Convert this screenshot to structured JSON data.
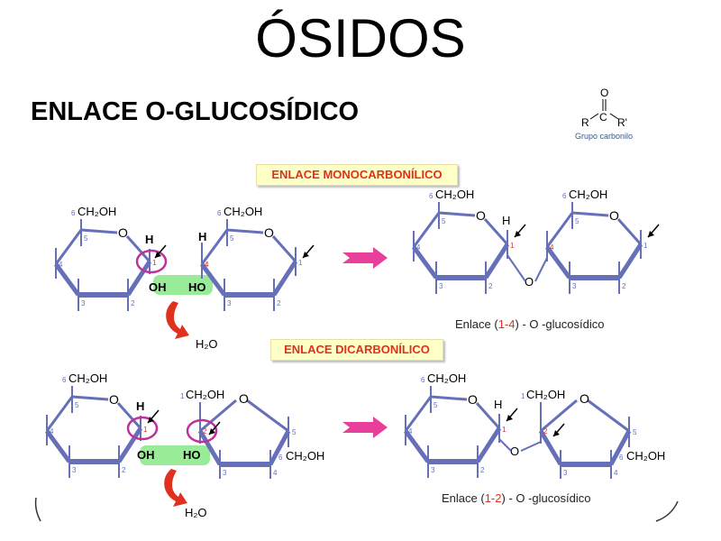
{
  "title": "ÓSIDOS",
  "subtitle": "ENLACE O-GLUCOSÍDICO",
  "carbonyl": {
    "atoms": {
      "o": "O",
      "c": "C",
      "r": "R",
      "r2": "R'"
    },
    "caption": "Grupo carbonilo"
  },
  "mono": {
    "label": "ENLACE MONOCARBONÍLICO",
    "caption_prefix": "Enlace (",
    "caption_link": "1-4",
    "caption_suffix": ") - O -glucosídico"
  },
  "di": {
    "label": "ENLACE DICARBONÍLICO",
    "caption_prefix": "Enlace (",
    "caption_link": "1-2",
    "caption_suffix": ") - O -glucosídico"
  },
  "groups": {
    "ch2oh": "CH₂OH",
    "h": "H",
    "oh": "OH",
    "ho": "HO",
    "o": "O",
    "water": "H₂O"
  },
  "colors": {
    "bond": "#6670b8",
    "accent": "#e0301e",
    "circle": "#c0309a",
    "green": "#98ec98",
    "arrow": "#e8409a"
  }
}
